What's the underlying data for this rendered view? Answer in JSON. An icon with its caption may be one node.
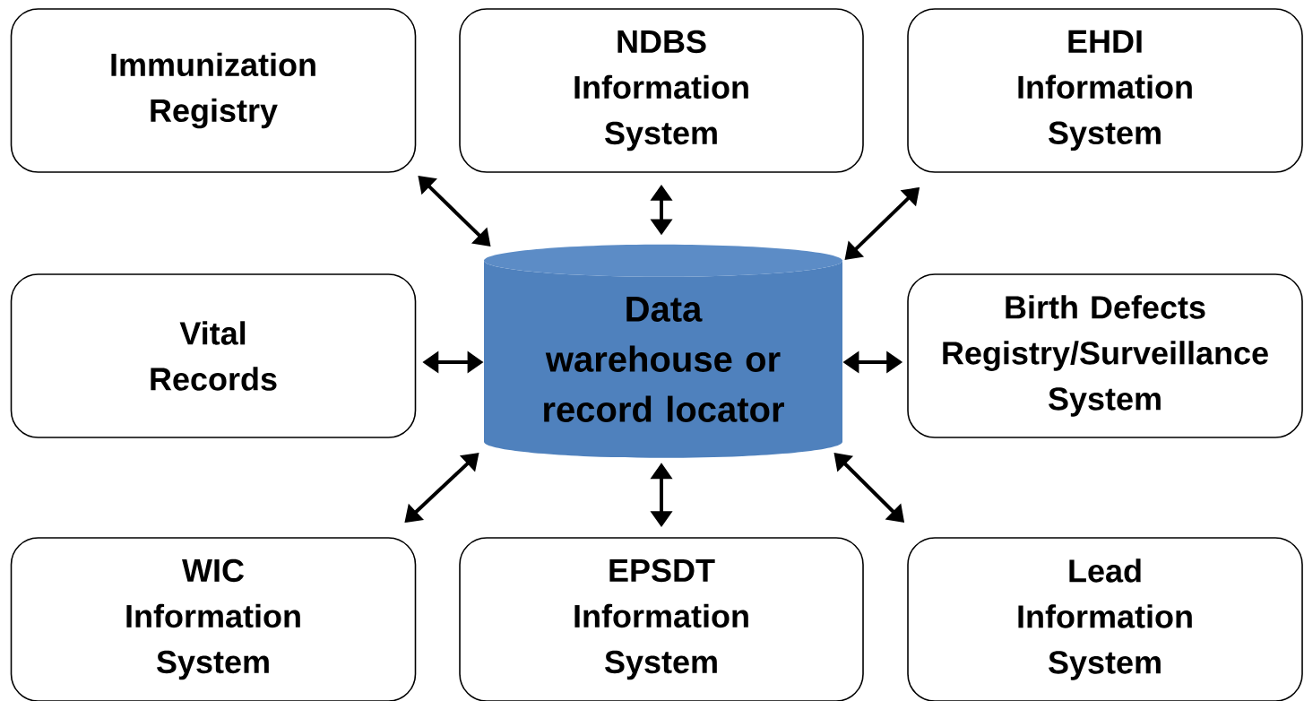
{
  "diagram": {
    "nodes": [
      {
        "text": [
          "Immunization Registry"
        ]
      },
      {
        "text": [
          "NDBS Information System"
        ]
      },
      {
        "text": [
          "EHDI Information System"
        ]
      },
      {
        "text": [
          "Vital Records"
        ]
      },
      {
        "text": [
          "Data warehouse or record locator"
        ]
      },
      {
        "text": [
          "Birth Defects Registry/Surveillance System"
        ]
      },
      {
        "text": [
          "WIC Information System"
        ]
      },
      {
        "text": [
          "EPSDT Information System"
        ]
      },
      {
        "text": [
          "Lead Information System"
        ]
      }
    ],
    "edges": [
      {
        "from": 4,
        "to": 0,
        "arrow": "both"
      },
      {
        "from": 4,
        "to": 1,
        "arrow": "both"
      },
      {
        "from": 4,
        "to": 2,
        "arrow": "both"
      },
      {
        "from": 4,
        "to": 3,
        "arrow": "both"
      },
      {
        "from": 4,
        "to": 5,
        "arrow": "both"
      },
      {
        "from": 4,
        "to": 6,
        "arrow": "both"
      },
      {
        "from": 4,
        "to": 7,
        "arrow": "both"
      },
      {
        "from": 4,
        "to": 8,
        "arrow": "both"
      }
    ]
  }
}
